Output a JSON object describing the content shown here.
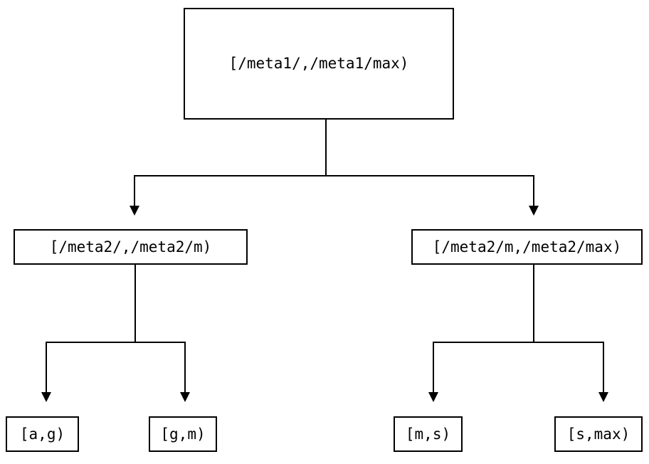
{
  "diagram": {
    "type": "binary-interval-partition-tree",
    "background_color": "#ffffff",
    "line_color": "#000000",
    "text_color": "#000000",
    "levels": 3,
    "nodes": {
      "root": {
        "label": "[/meta1/,/meta1/max)"
      },
      "mid_left": {
        "label": "[/meta2/,/meta2/m)"
      },
      "mid_right": {
        "label": "[/meta2/m,/meta2/max)"
      },
      "leaf_1": {
        "label": "[a,g)"
      },
      "leaf_2": {
        "label": "[g,m)"
      },
      "leaf_3": {
        "label": "[m,s)"
      },
      "leaf_4": {
        "label": "[s,max)"
      }
    },
    "edges": [
      {
        "from": "root",
        "to": "mid_left",
        "arrow": "down-triangle"
      },
      {
        "from": "root",
        "to": "mid_right",
        "arrow": "down-triangle"
      },
      {
        "from": "mid_left",
        "to": "leaf_1",
        "arrow": "down-triangle"
      },
      {
        "from": "mid_left",
        "to": "leaf_2",
        "arrow": "down-triangle"
      },
      {
        "from": "mid_right",
        "to": "leaf_3",
        "arrow": "down-triangle"
      },
      {
        "from": "mid_right",
        "to": "leaf_4",
        "arrow": "down-triangle"
      }
    ]
  }
}
